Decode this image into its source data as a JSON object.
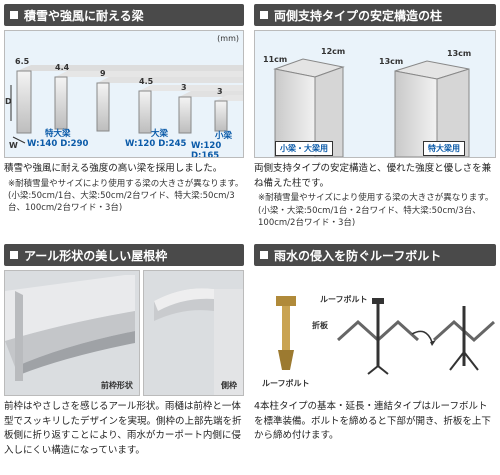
{
  "p1": {
    "title": "積雪や強風に耐える梁",
    "unit": "(mm)",
    "dims": [
      "6.5",
      "4.4",
      "9",
      "4.5",
      "3",
      "3"
    ],
    "axis_d": "D",
    "axis_w": "W",
    "groups": [
      {
        "name": "特大梁",
        "spec": "W:140 D:290"
      },
      {
        "name": "大梁",
        "spec": "W:120 D:245"
      },
      {
        "name": "小梁",
        "spec": "W:120 D:165"
      }
    ],
    "text": "積雪や強風に耐える強度の高い梁を採用しました。",
    "note": "※耐積雪量やサイズにより使用する梁の大きさが異なります。(小梁:50cm/1台、大梁:50cm/2台ワイド、特大梁:50cm/3台、100cm/2台ワイド・3台)"
  },
  "p2": {
    "title": "両側支持タイプの安定構造の柱",
    "dims_left": [
      "11cm",
      "12cm"
    ],
    "dims_right": [
      "13cm",
      "13cm"
    ],
    "badge_left": "小梁・大梁用",
    "badge_right": "特大梁用",
    "text": "両側支持タイプの安定構造と、優れた強度と優しさを兼ね備えた柱です。",
    "note": "※耐積雪量やサイズにより使用する梁の大きさが異なります。(小梁・大梁:50cm/1台・2台ワイド、特大梁:50cm/3台、100cm/2台ワイド・3台)"
  },
  "p3": {
    "title": "アール形状の美しい屋根枠",
    "label_left": "前枠形状",
    "label_right": "側枠",
    "text": "前枠はやさしさを感じるアール形状。雨樋は前枠と一体型でスッキリしたデザインを実現。側枠の上部先端を折板側に折り返すことにより、雨水がカーポート内側に侵入しにくい構造になっています。"
  },
  "p4": {
    "title": "雨水の侵入を防ぐルーフボルト",
    "label_bolt": "ルーフボルト",
    "label_plate": "折板",
    "label_bottom": "ルーフボルト",
    "text": "4本柱タイプの基本・延長・連結タイプはルーフボルトを標準装備。ボルトを締めると下部が開き、折板を上下から締め付けます。"
  }
}
